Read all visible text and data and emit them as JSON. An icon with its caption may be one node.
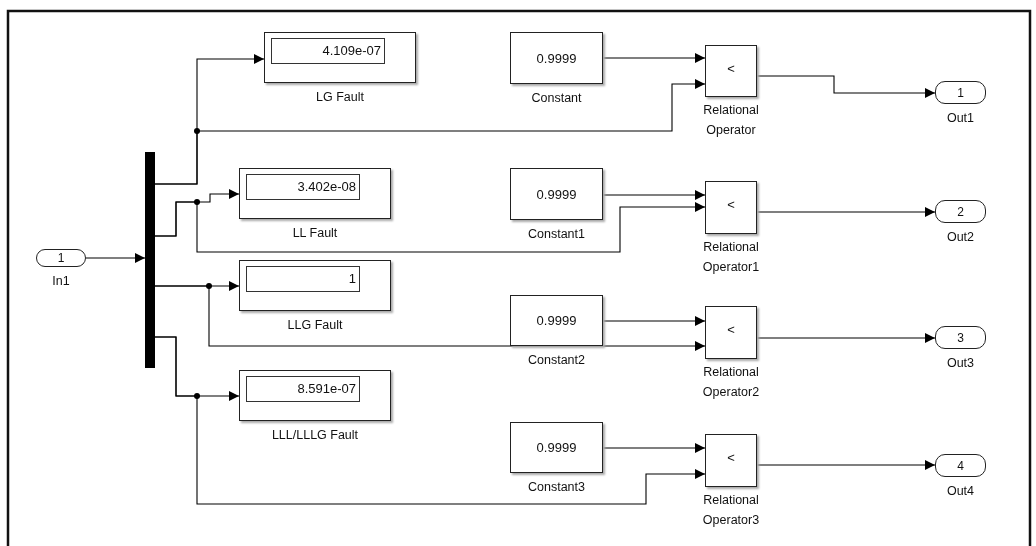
{
  "diagram": {
    "nodes": [
      {
        "text": [
          "1"
        ],
        "beside": [
          "In1"
        ]
      },
      {
        "text": [],
        "shape": "bar"
      },
      {
        "text": [
          "4.109e-07"
        ],
        "beside": [
          "LG Fault"
        ]
      },
      {
        "text": [
          "3.402e-08"
        ],
        "beside": [
          "LL Fault"
        ]
      },
      {
        "text": [
          "1"
        ],
        "beside": [
          "LLG Fault"
        ]
      },
      {
        "text": [
          "8.591e-07"
        ],
        "beside": [
          "LLL/LLLG Fault"
        ]
      },
      {
        "text": [
          "0.9999"
        ],
        "beside": [
          "Constant"
        ]
      },
      {
        "text": [
          "0.9999"
        ],
        "beside": [
          "Constant1"
        ]
      },
      {
        "text": [
          "0.9999"
        ],
        "beside": [
          "Constant2"
        ]
      },
      {
        "text": [
          "0.9999"
        ],
        "beside": [
          "Constant3"
        ]
      },
      {
        "text": [
          "<"
        ],
        "beside": [
          "Relational Operator"
        ]
      },
      {
        "text": [
          "<"
        ],
        "beside": [
          "Relational Operator1"
        ]
      },
      {
        "text": [
          "<"
        ],
        "beside": [
          "Relational Operator2"
        ]
      },
      {
        "text": [
          "<"
        ],
        "beside": [
          "Relational Operator3"
        ]
      },
      {
        "text": [
          "1"
        ],
        "beside": [
          "Out1"
        ]
      },
      {
        "text": [
          "2"
        ],
        "beside": [
          "Out2"
        ]
      },
      {
        "text": [
          "3"
        ],
        "beside": [
          "Out3"
        ]
      },
      {
        "text": [
          "4"
        ],
        "beside": [
          "Out4"
        ]
      }
    ],
    "edges": [
      {
        "from": 0,
        "to": 1,
        "arrow": "to"
      },
      {
        "from": 1,
        "to": 2,
        "arrow": "to"
      },
      {
        "from": 1,
        "to": 10,
        "arrow": "to"
      },
      {
        "from": 1,
        "to": 3,
        "arrow": "to"
      },
      {
        "from": 1,
        "to": 11,
        "arrow": "to"
      },
      {
        "from": 1,
        "to": 4,
        "arrow": "to"
      },
      {
        "from": 1,
        "to": 12,
        "arrow": "to"
      },
      {
        "from": 1,
        "to": 5,
        "arrow": "to"
      },
      {
        "from": 1,
        "to": 13,
        "arrow": "to"
      },
      {
        "from": 6,
        "to": 10,
        "arrow": "to"
      },
      {
        "from": 7,
        "to": 11,
        "arrow": "to"
      },
      {
        "from": 8,
        "to": 12,
        "arrow": "to"
      },
      {
        "from": 9,
        "to": 13,
        "arrow": "to"
      },
      {
        "from": 10,
        "to": 14,
        "arrow": "to"
      },
      {
        "from": 11,
        "to": 15,
        "arrow": "to"
      },
      {
        "from": 12,
        "to": 16,
        "arrow": "to"
      },
      {
        "from": 13,
        "to": 17,
        "arrow": "to"
      }
    ]
  }
}
